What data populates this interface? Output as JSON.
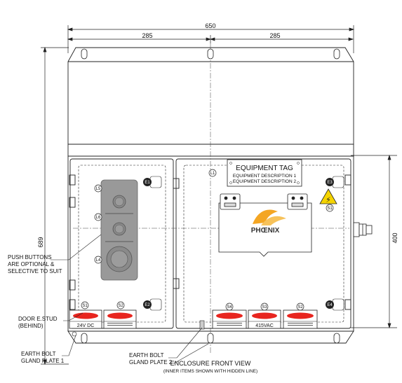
{
  "dimensions": {
    "overall_width": "650",
    "left_half": "285",
    "right_half": "285",
    "overall_height": "689",
    "inner_height": "400"
  },
  "equipment_tag": {
    "title": "EQUIPMENT TAG",
    "line1": "EQUIPMENT DESCRIPTION 1",
    "line2": "EQUIPMENT DESCRIPTION 2"
  },
  "callouts": {
    "push_buttons": [
      "PUSH BUTTONS",
      "ARE OPTIONAL &",
      "SELECTIVE TO SUIT"
    ],
    "door_stud": [
      "DOOR E.STUD",
      "(BEHIND)"
    ],
    "earth_bolt_1": [
      "EARTH BOLT",
      "GLAND PLATE 1"
    ],
    "earth_bolt_2": [
      "EARTH BOLT",
      "GLAND PLATE 2"
    ],
    "view_title": "ENCLOSURE FRONT VIEW",
    "view_subtitle": "(INNER ITEMS SHOWN WITH HIDDEN LINE)"
  },
  "markers": {
    "L1": "L1",
    "L4": "L4",
    "L5": "L5",
    "L6": "L6",
    "S1": "S1",
    "S2": "S2",
    "S3": "S3",
    "S4": "S4",
    "E1": "E1",
    "E2": "E2",
    "E3": "E3",
    "E4": "E4"
  },
  "labels": {
    "voltage_dc": "24V DC",
    "voltage_ac": "415VAC"
  },
  "logo": "PHŒNIX",
  "colors": {
    "line": "#222222",
    "red": "#e8251f",
    "grey": "#999999",
    "logo_orange": "#f4a623"
  }
}
